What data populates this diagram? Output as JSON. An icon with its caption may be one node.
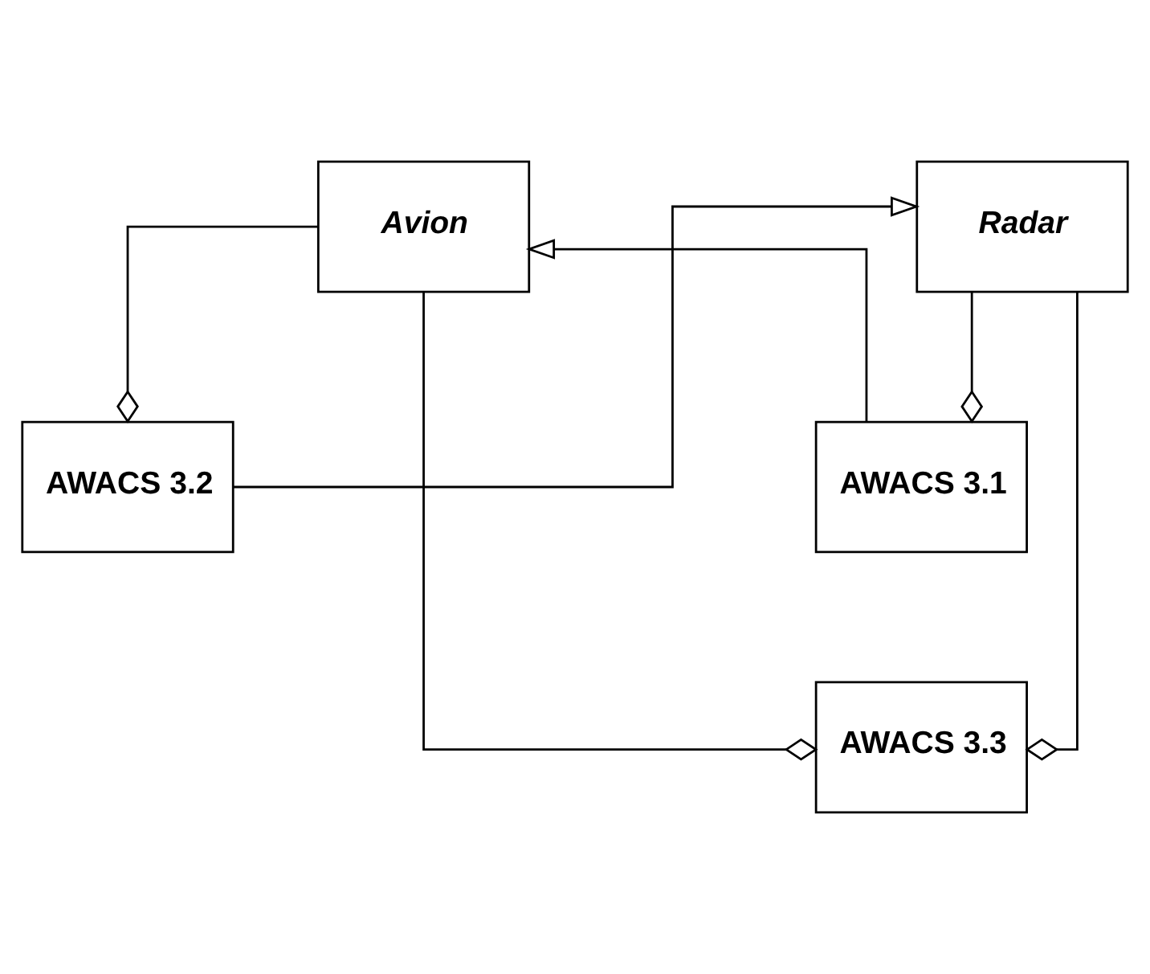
{
  "diagram": {
    "nodes": [
      {
        "text": [
          "Avion"
        ]
      },
      {
        "text": [
          "Radar"
        ]
      },
      {
        "text": [
          "AWACS 3.1"
        ]
      },
      {
        "text": [
          "AWACS 3.2"
        ]
      },
      {
        "text": [
          "AWACS 3.3"
        ]
      }
    ],
    "edges": [
      {
        "from": 2,
        "to": 0,
        "arrow": "to"
      },
      {
        "from": 1,
        "to": 2,
        "arrow": "other"
      },
      {
        "from": 0,
        "to": 3,
        "arrow": "other"
      },
      {
        "from": 3,
        "to": 1,
        "arrow": "to"
      },
      {
        "from": 0,
        "to": 4,
        "arrow": "other"
      },
      {
        "from": 1,
        "to": 4,
        "arrow": "other"
      }
    ]
  }
}
